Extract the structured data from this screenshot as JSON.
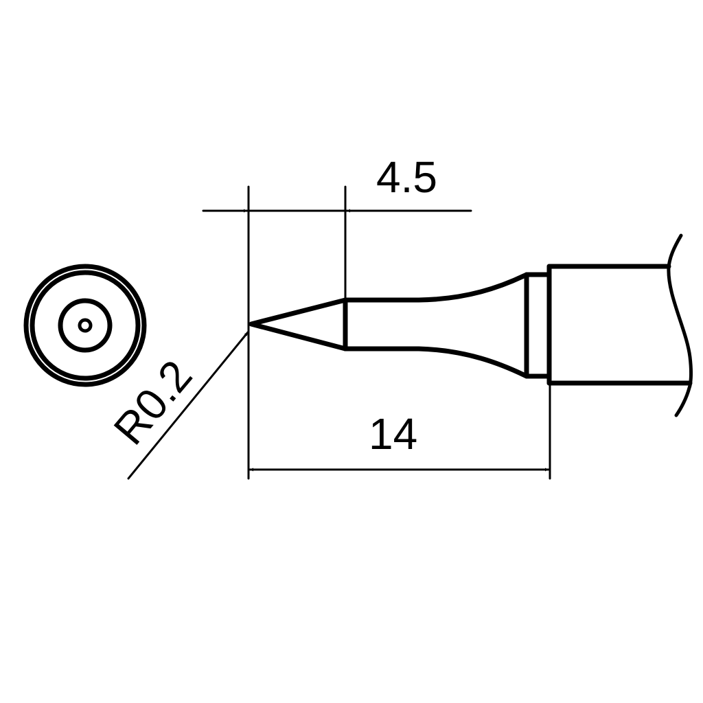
{
  "drawing": {
    "type": "soldering-tip-technical-drawing",
    "line_color": "#000000",
    "background_color": "#ffffff"
  },
  "dimensions": {
    "tip_taper_length": "4.5",
    "total_length": "14",
    "tip_radius": "R0.2"
  }
}
